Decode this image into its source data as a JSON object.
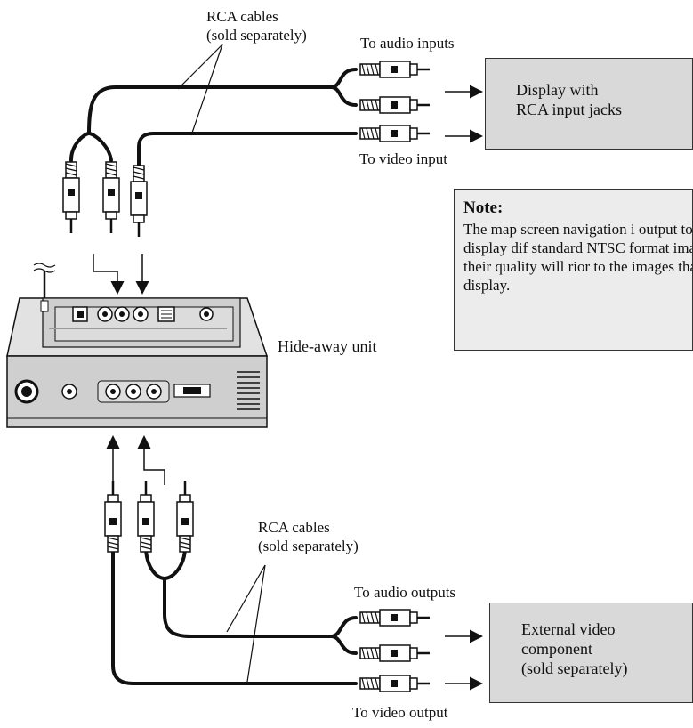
{
  "labels": {
    "rca_cables_top": "RCA cables\n(sold separately)",
    "to_audio_inputs": "To audio inputs",
    "to_video_input": "To video input",
    "hide_away_unit": "Hide-away unit",
    "rca_cables_bottom": "RCA cables\n(sold separately)",
    "to_audio_outputs": "To audio outputs",
    "to_video_output": "To video output"
  },
  "display_box": {
    "text": "Display with\nRCA input jacks"
  },
  "external_box": {
    "text": "External video\ncomponent\n(sold separately)"
  },
  "note": {
    "title": "Note:",
    "body": "The map screen navigation i output to the rear display dif standard NTSC format imag Therefore, their quality will rior to the images that appea front display."
  },
  "colors": {
    "box_fill": "#d9d9d9",
    "note_fill": "#ececec",
    "unit_fill": "#cfcfcf",
    "cable": "#111111"
  }
}
